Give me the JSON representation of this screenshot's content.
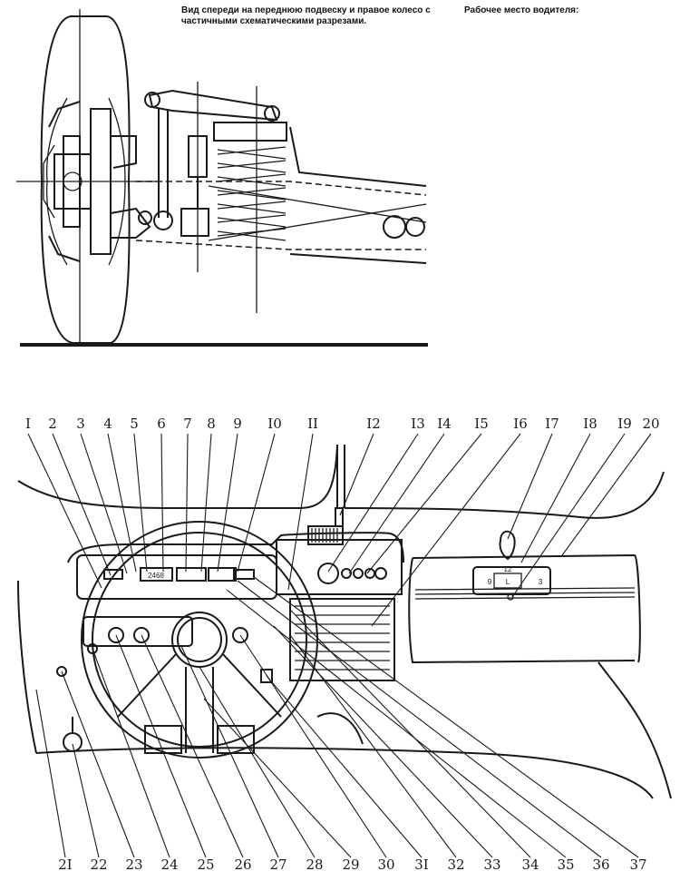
{
  "captions": {
    "suspension": "Вид спереди на переднюю подвеску и правое колесо с частичными схематическими разрезами.",
    "driver_workplace": "Рабочее место водителя:"
  },
  "labels_top": [
    "I",
    "2",
    "3",
    "4",
    "5",
    "6",
    "7",
    "8",
    "9",
    "I0",
    "II",
    "I2",
    "I3",
    "I4",
    "I5",
    "I6",
    "I7",
    "I8",
    "I9",
    "20"
  ],
  "labels_bottom": [
    "2I",
    "22",
    "23",
    "24",
    "25",
    "26",
    "27",
    "28",
    "29",
    "30",
    "3I",
    "32",
    "33",
    "34",
    "35",
    "36",
    "37"
  ],
  "clock": {
    "twelve": "12",
    "nine": "9",
    "three": "3",
    "center": "L"
  },
  "gauge_digits": "2468"
}
